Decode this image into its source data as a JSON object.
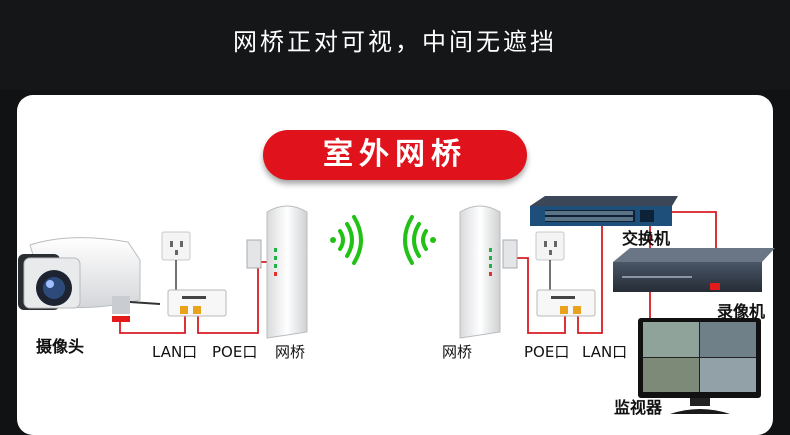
{
  "header": {
    "title": "网桥正对可视，中间无遮挡"
  },
  "diagram": {
    "badge": "室外网桥",
    "labels": {
      "camera": "摄像头",
      "lan_left": "LAN口",
      "poe_left": "POE口",
      "bridge_left": "网桥",
      "bridge_right": "网桥",
      "poe_right": "POE口",
      "lan_right": "LAN口",
      "switch": "交换机",
      "recorder": "录像机",
      "monitor": "监视器"
    },
    "colors": {
      "accent": "#e0121b",
      "wifi": "#22c116",
      "cable": "#d81c24"
    }
  }
}
